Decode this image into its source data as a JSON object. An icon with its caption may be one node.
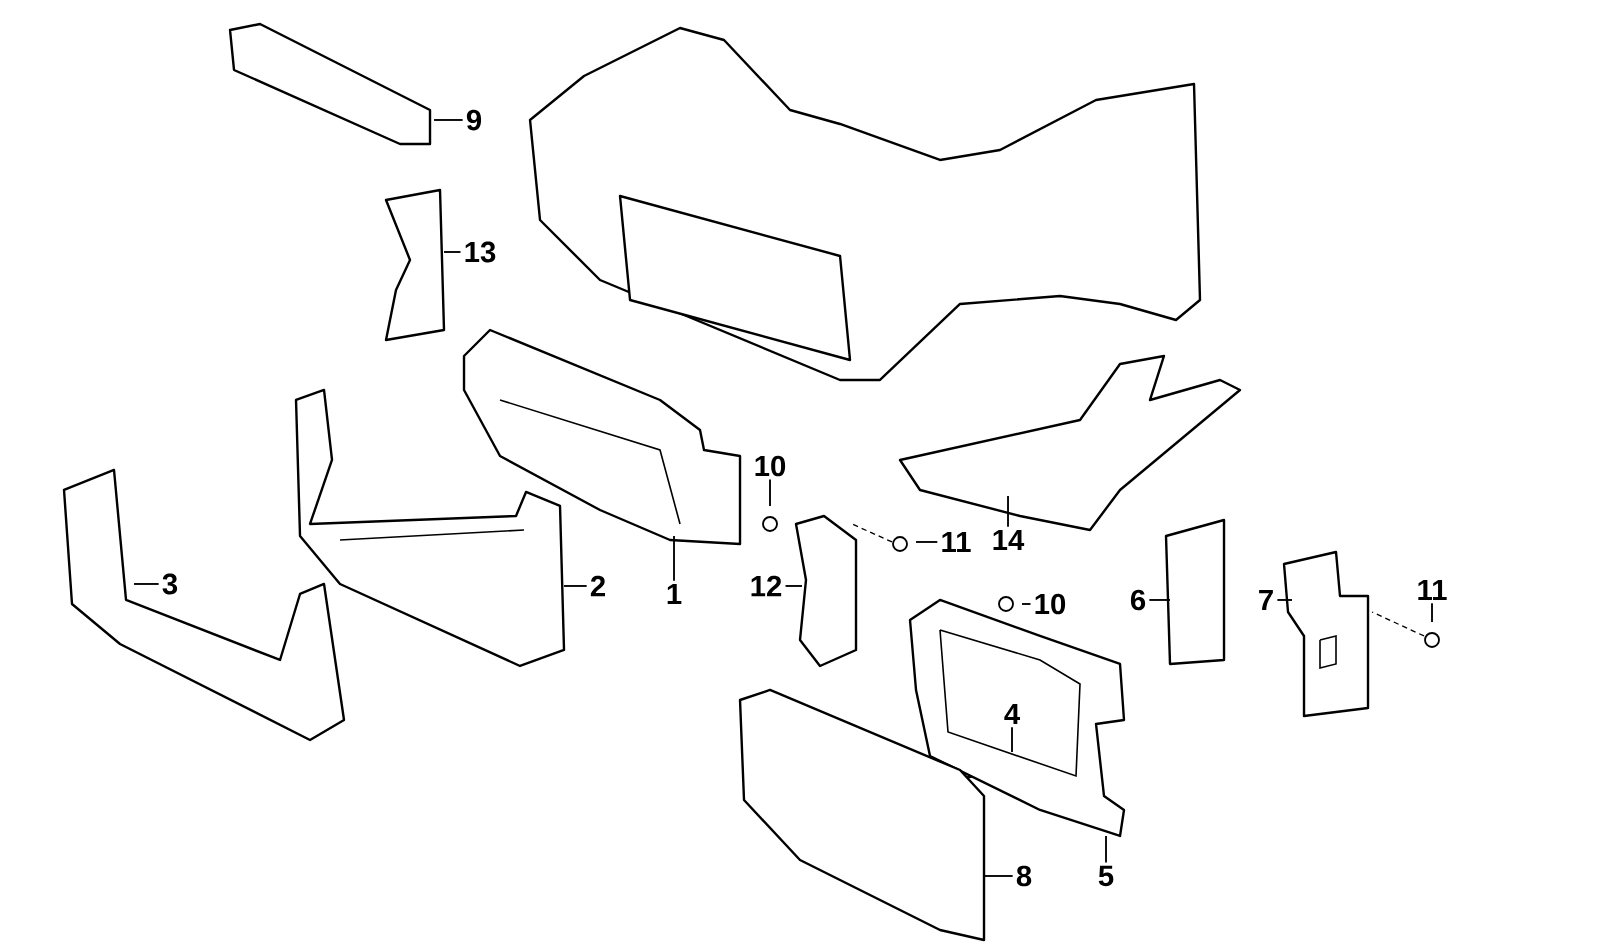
{
  "diagram": {
    "nodes": [
      {
        "text": [
          "9"
        ]
      },
      {
        "text": [
          "13"
        ]
      },
      {
        "text": [
          "10"
        ]
      },
      {
        "text": [
          "11"
        ]
      },
      {
        "text": [
          "14"
        ]
      },
      {
        "text": [
          "3"
        ]
      },
      {
        "text": [
          "2"
        ]
      },
      {
        "text": [
          "1"
        ]
      },
      {
        "text": [
          "12"
        ]
      },
      {
        "text": [
          "6"
        ]
      },
      {
        "text": [
          "7"
        ]
      },
      {
        "text": [
          "11"
        ]
      },
      {
        "text": [
          "10"
        ]
      },
      {
        "text": [
          "4"
        ]
      },
      {
        "text": [
          "8"
        ]
      },
      {
        "text": [
          "5"
        ]
      }
    ],
    "edges": [
      {
        "from": 0,
        "to": null,
        "arrow": "none"
      },
      {
        "from": 1,
        "to": null,
        "arrow": "none"
      },
      {
        "from": 2,
        "to": null,
        "arrow": "none"
      },
      {
        "from": 3,
        "to": null,
        "arrow": "none"
      },
      {
        "from": 4,
        "to": null,
        "arrow": "none"
      },
      {
        "from": 5,
        "to": null,
        "arrow": "none"
      },
      {
        "from": 6,
        "to": null,
        "arrow": "none"
      },
      {
        "from": 7,
        "to": null,
        "arrow": "none"
      },
      {
        "from": 8,
        "to": null,
        "arrow": "none"
      },
      {
        "from": 9,
        "to": null,
        "arrow": "none"
      },
      {
        "from": 10,
        "to": null,
        "arrow": "none"
      },
      {
        "from": 11,
        "to": null,
        "arrow": "none"
      },
      {
        "from": 12,
        "to": null,
        "arrow": "none"
      },
      {
        "from": 13,
        "to": null,
        "arrow": "none"
      },
      {
        "from": 14,
        "to": null,
        "arrow": "none"
      },
      {
        "from": 15,
        "to": null,
        "arrow": "none"
      }
    ]
  }
}
